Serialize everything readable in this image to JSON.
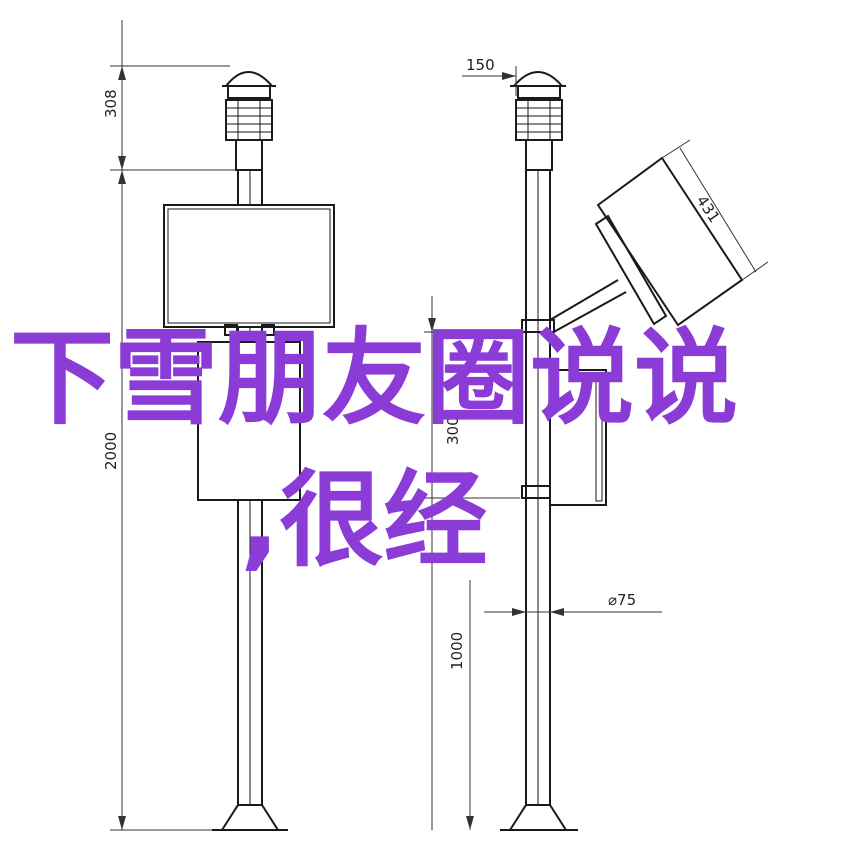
{
  "drawing": {
    "dimensions": {
      "left_sensor_height": "308",
      "left_pole_height": "2000",
      "right_sensor_width": "150",
      "panel_size": "431",
      "box_height": "300",
      "pole_diameter": "⌀75",
      "right_pole_height": "1000"
    }
  },
  "overlay": {
    "line1": "下雪朋友圈说说",
    "line2": ",很经"
  },
  "colors": {
    "overlay_text": "#8b3bd6",
    "line": "#1a1a1a"
  }
}
